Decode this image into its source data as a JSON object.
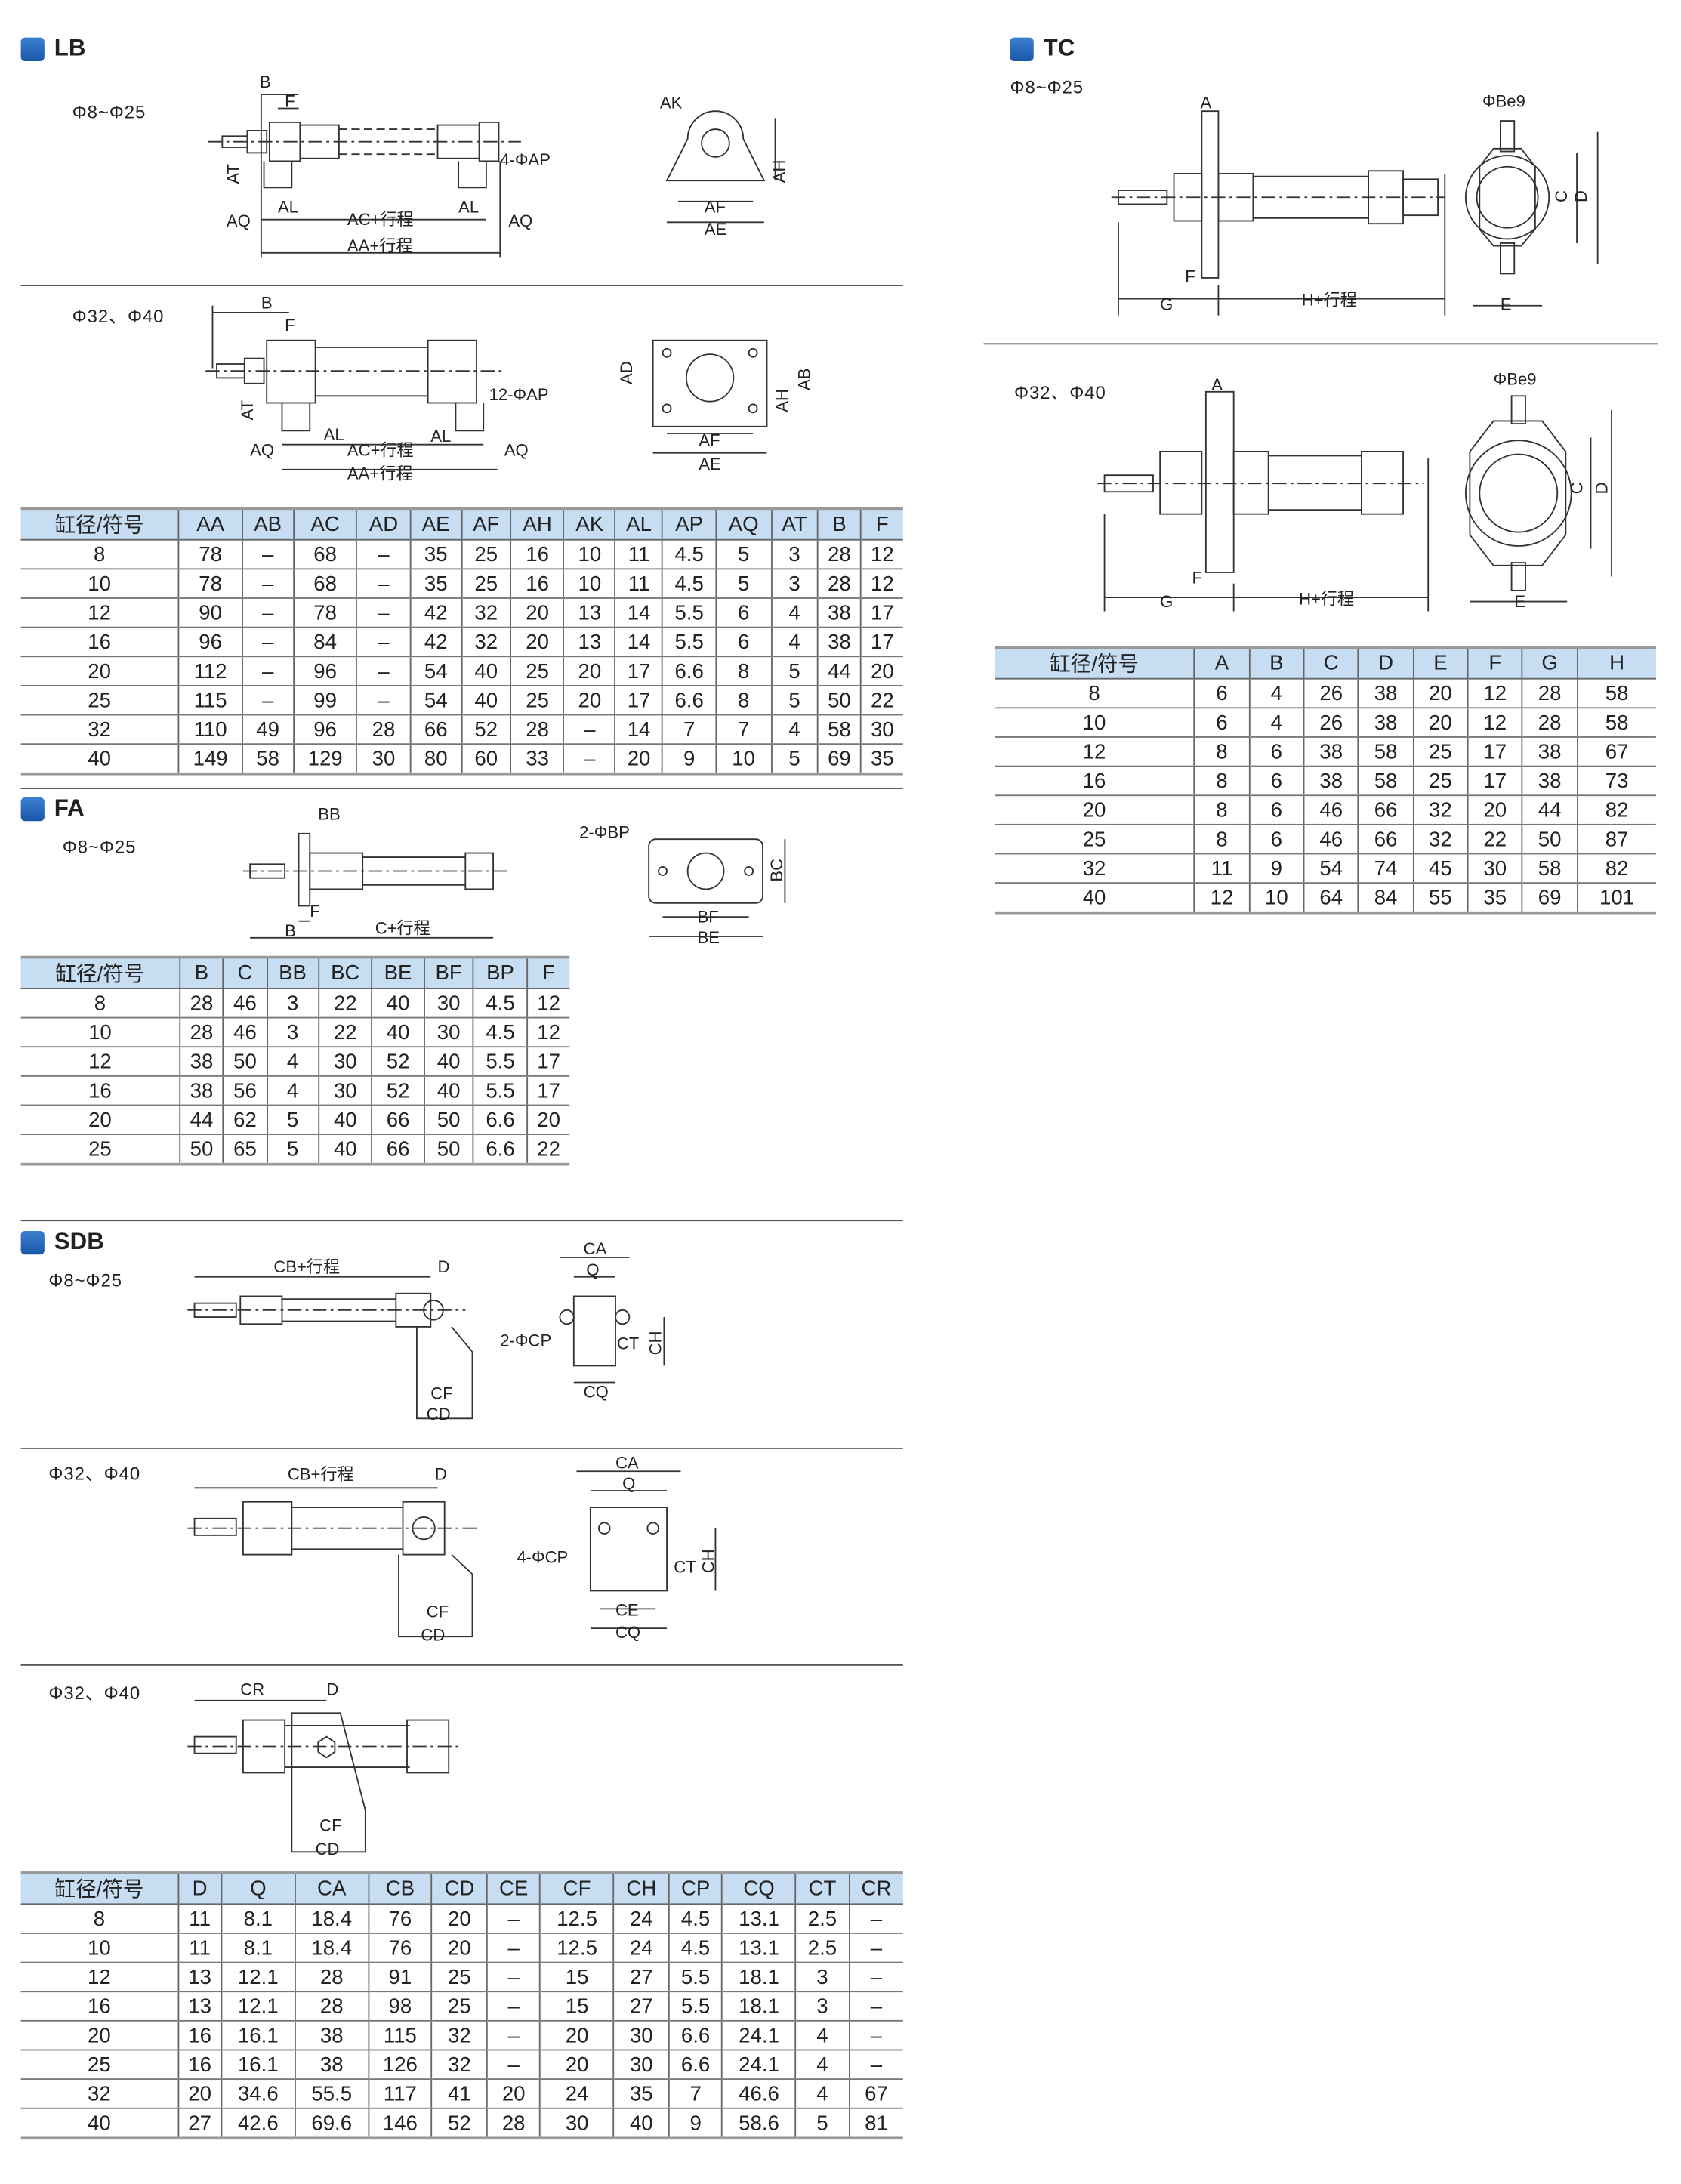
{
  "sections": {
    "lb": {
      "title": "LB",
      "sub1": "Φ8~Φ25",
      "sub2": "Φ32、Φ40"
    },
    "fa": {
      "title": "FA",
      "sub1": "Φ8~Φ25"
    },
    "sdb": {
      "title": "SDB",
      "sub1": "Φ8~Φ25",
      "sub2": "Φ32、Φ40",
      "sub3": "Φ32、Φ40"
    },
    "tc": {
      "title": "TC",
      "sub1": "Φ8~Φ25",
      "sub2": "Φ32、Φ40"
    }
  },
  "diagrams": {
    "lb_small": [
      "B",
      "F",
      "AT",
      "AQ",
      "AL",
      "AC+行程",
      "AL",
      "AQ",
      "AA+行程",
      "4-ΦAP"
    ],
    "lb_small_bracket": [
      "AK",
      "AH",
      "AF",
      "AE"
    ],
    "lb_large": [
      "B",
      "F",
      "AT",
      "AQ",
      "AL",
      "AC+行程",
      "AL",
      "AQ",
      "AA+行程",
      "12-ΦAP"
    ],
    "lb_large_bracket": [
      "AD",
      "AB",
      "AH",
      "AF",
      "AE"
    ],
    "fa": [
      "BB",
      "F",
      "B",
      "C+行程"
    ],
    "fa_flange": [
      "2-ΦBP",
      "BC",
      "BF",
      "BE"
    ],
    "sdb_small": [
      "CB+行程",
      "D",
      "CF",
      "CD"
    ],
    "sdb_small_side": [
      "CA",
      "Q",
      "2-ΦCP",
      "CT",
      "CH",
      "CQ"
    ],
    "sdb_mid": [
      "CB+行程",
      "D",
      "CF",
      "CD"
    ],
    "sdb_mid_side": [
      "CA",
      "Q",
      "4-ΦCP",
      "CT",
      "CH",
      "CE",
      "CQ"
    ],
    "sdb_large": [
      "CR",
      "D",
      "CF",
      "CD"
    ],
    "tc_small": [
      "A",
      "F",
      "G",
      "H+行程"
    ],
    "tc_small_side": [
      "ΦBe9",
      "C",
      "D",
      "E"
    ],
    "tc_large": [
      "A",
      "F",
      "G",
      "H+行程"
    ],
    "tc_large_side": [
      "ΦBe9",
      "C",
      "D",
      "E"
    ]
  },
  "tables": {
    "lb": {
      "headers": [
        "缸径/符号",
        "AA",
        "AB",
        "AC",
        "AD",
        "AE",
        "AF",
        "AH",
        "AK",
        "AL",
        "AP",
        "AQ",
        "AT",
        "B",
        "F"
      ],
      "rows": [
        [
          "8",
          "78",
          "–",
          "68",
          "–",
          "35",
          "25",
          "16",
          "10",
          "11",
          "4.5",
          "5",
          "3",
          "28",
          "12"
        ],
        [
          "10",
          "78",
          "–",
          "68",
          "–",
          "35",
          "25",
          "16",
          "10",
          "11",
          "4.5",
          "5",
          "3",
          "28",
          "12"
        ],
        [
          "12",
          "90",
          "–",
          "78",
          "–",
          "42",
          "32",
          "20",
          "13",
          "14",
          "5.5",
          "6",
          "4",
          "38",
          "17"
        ],
        [
          "16",
          "96",
          "–",
          "84",
          "–",
          "42",
          "32",
          "20",
          "13",
          "14",
          "5.5",
          "6",
          "4",
          "38",
          "17"
        ],
        [
          "20",
          "112",
          "–",
          "96",
          "–",
          "54",
          "40",
          "25",
          "20",
          "17",
          "6.6",
          "8",
          "5",
          "44",
          "20"
        ],
        [
          "25",
          "115",
          "–",
          "99",
          "–",
          "54",
          "40",
          "25",
          "20",
          "17",
          "6.6",
          "8",
          "5",
          "50",
          "22"
        ],
        [
          "32",
          "110",
          "49",
          "96",
          "28",
          "66",
          "52",
          "28",
          "–",
          "14",
          "7",
          "7",
          "4",
          "58",
          "30"
        ],
        [
          "40",
          "149",
          "58",
          "129",
          "30",
          "80",
          "60",
          "33",
          "–",
          "20",
          "9",
          "10",
          "5",
          "69",
          "35"
        ]
      ]
    },
    "fa": {
      "headers": [
        "缸径/符号",
        "B",
        "C",
        "BB",
        "BC",
        "BE",
        "BF",
        "BP",
        "F"
      ],
      "rows": [
        [
          "8",
          "28",
          "46",
          "3",
          "22",
          "40",
          "30",
          "4.5",
          "12"
        ],
        [
          "10",
          "28",
          "46",
          "3",
          "22",
          "40",
          "30",
          "4.5",
          "12"
        ],
        [
          "12",
          "38",
          "50",
          "4",
          "30",
          "52",
          "40",
          "5.5",
          "17"
        ],
        [
          "16",
          "38",
          "56",
          "4",
          "30",
          "52",
          "40",
          "5.5",
          "17"
        ],
        [
          "20",
          "44",
          "62",
          "5",
          "40",
          "66",
          "50",
          "6.6",
          "20"
        ],
        [
          "25",
          "50",
          "65",
          "5",
          "40",
          "66",
          "50",
          "6.6",
          "22"
        ]
      ]
    },
    "sdb": {
      "headers": [
        "缸径/符号",
        "D",
        "Q",
        "CA",
        "CB",
        "CD",
        "CE",
        "CF",
        "CH",
        "CP",
        "CQ",
        "CT",
        "CR"
      ],
      "rows": [
        [
          "8",
          "11",
          "8.1",
          "18.4",
          "76",
          "20",
          "–",
          "12.5",
          "24",
          "4.5",
          "13.1",
          "2.5",
          "–"
        ],
        [
          "10",
          "11",
          "8.1",
          "18.4",
          "76",
          "20",
          "–",
          "12.5",
          "24",
          "4.5",
          "13.1",
          "2.5",
          "–"
        ],
        [
          "12",
          "13",
          "12.1",
          "28",
          "91",
          "25",
          "–",
          "15",
          "27",
          "5.5",
          "18.1",
          "3",
          "–"
        ],
        [
          "16",
          "13",
          "12.1",
          "28",
          "98",
          "25",
          "–",
          "15",
          "27",
          "5.5",
          "18.1",
          "3",
          "–"
        ],
        [
          "20",
          "16",
          "16.1",
          "38",
          "115",
          "32",
          "–",
          "20",
          "30",
          "6.6",
          "24.1",
          "4",
          "–"
        ],
        [
          "25",
          "16",
          "16.1",
          "38",
          "126",
          "32",
          "–",
          "20",
          "30",
          "6.6",
          "24.1",
          "4",
          "–"
        ],
        [
          "32",
          "20",
          "34.6",
          "55.5",
          "117",
          "41",
          "20",
          "24",
          "35",
          "7",
          "46.6",
          "4",
          "67"
        ],
        [
          "40",
          "27",
          "42.6",
          "69.6",
          "146",
          "52",
          "28",
          "30",
          "40",
          "9",
          "58.6",
          "5",
          "81"
        ]
      ]
    },
    "tc": {
      "headers": [
        "缸径/符号",
        "A",
        "B",
        "C",
        "D",
        "E",
        "F",
        "G",
        "H"
      ],
      "rows": [
        [
          "8",
          "6",
          "4",
          "26",
          "38",
          "20",
          "12",
          "28",
          "58"
        ],
        [
          "10",
          "6",
          "4",
          "26",
          "38",
          "20",
          "12",
          "28",
          "58"
        ],
        [
          "12",
          "8",
          "6",
          "38",
          "58",
          "25",
          "17",
          "38",
          "67"
        ],
        [
          "16",
          "8",
          "6",
          "38",
          "58",
          "25",
          "17",
          "38",
          "73"
        ],
        [
          "20",
          "8",
          "6",
          "46",
          "66",
          "32",
          "20",
          "44",
          "82"
        ],
        [
          "25",
          "8",
          "6",
          "46",
          "66",
          "32",
          "22",
          "50",
          "87"
        ],
        [
          "32",
          "11",
          "9",
          "54",
          "74",
          "45",
          "30",
          "58",
          "82"
        ],
        [
          "40",
          "12",
          "10",
          "64",
          "84",
          "55",
          "35",
          "69",
          "101"
        ]
      ]
    }
  }
}
